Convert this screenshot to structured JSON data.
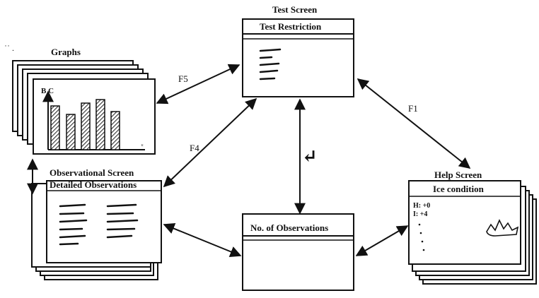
{
  "test_screen": {
    "title": "Test Screen",
    "subtitle": "Test Restriction"
  },
  "graphs": {
    "title": "Graphs",
    "axis_label": "B C"
  },
  "observational_screen": {
    "title": "Observational Screen",
    "subtitle": "Detailed Observations"
  },
  "observations": {
    "title": "No. of Observations"
  },
  "help_screen": {
    "title": "Help Screen",
    "subtitle": "Ice condition",
    "notes": [
      "H: +0",
      "I: +4"
    ]
  },
  "keys": {
    "f5": "F5",
    "f4": "F4",
    "f1": "F1",
    "enter": "↵"
  },
  "colors": {
    "ink": "#111111",
    "paper": "#ffffff",
    "hatch": "#222222"
  }
}
